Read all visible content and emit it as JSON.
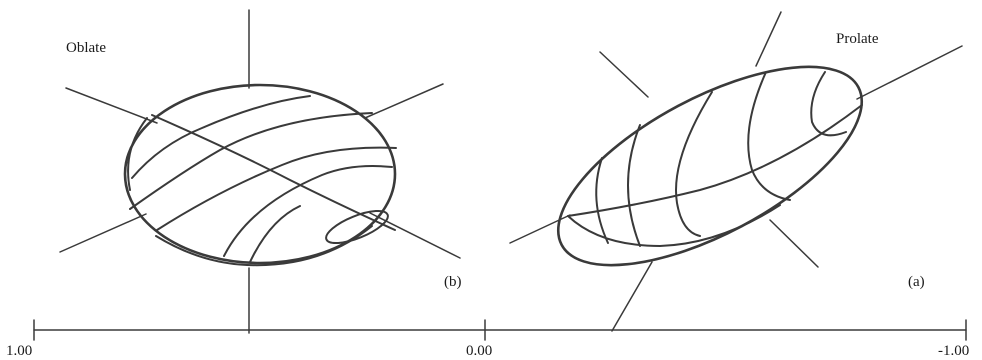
{
  "panels": {
    "left": {
      "title": "Oblate",
      "tag": "(b)"
    },
    "right": {
      "title": "Prolate",
      "tag": "(a)"
    }
  },
  "scale": {
    "ticks": [
      "1.00",
      "0.00",
      "-1.00"
    ]
  },
  "colors": {
    "ink": "#3a3a3a",
    "background": "#ffffff"
  }
}
